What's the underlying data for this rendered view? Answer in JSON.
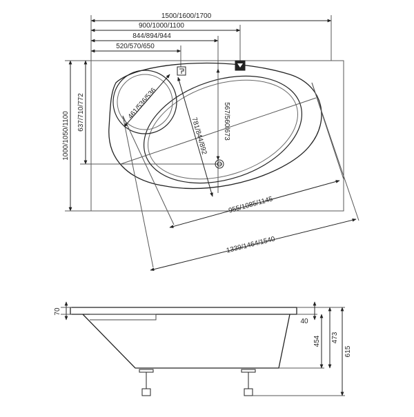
{
  "top_view": {
    "widths": {
      "overall": "1500/1600/1700",
      "w2": "900/1000/1100",
      "w3": "844/894/944",
      "w4": "520/570/650"
    },
    "heights": {
      "overall": "1000/1050/1100",
      "h2": "637/710/772"
    },
    "inner": {
      "d_oval": "461/536/536",
      "d_rotated_depth": "781/844/892",
      "d_drain": "567/560/673",
      "d_inner_length": "955/1085/1145",
      "d_outer_length": "1339/1464/1540"
    }
  },
  "side_view": {
    "rim": "70",
    "rim_right": "40",
    "depth_inner": "454",
    "depth_mid": "473",
    "height_total": "615"
  }
}
